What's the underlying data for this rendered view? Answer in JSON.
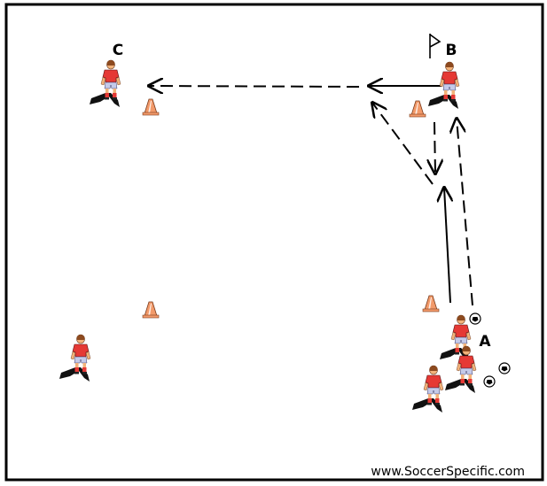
{
  "labels": {
    "a": "A",
    "b": "B",
    "c": "C"
  },
  "footer": {
    "website": "www.SoccerSpecific.com"
  },
  "colors": {
    "border": "#000000",
    "arrow": "#000000",
    "jersey": "#e53935",
    "shorts": "#c5cae9",
    "skin": "#f2b27a",
    "hair": "#8d4a1f",
    "shadow": "#111111",
    "cone": "#f29a6a",
    "cone_highlight": "#ffffff"
  },
  "icons": {
    "player": "player-icon",
    "cone": "cone-icon",
    "ball": "ball-icon",
    "flag": "flag-icon"
  }
}
